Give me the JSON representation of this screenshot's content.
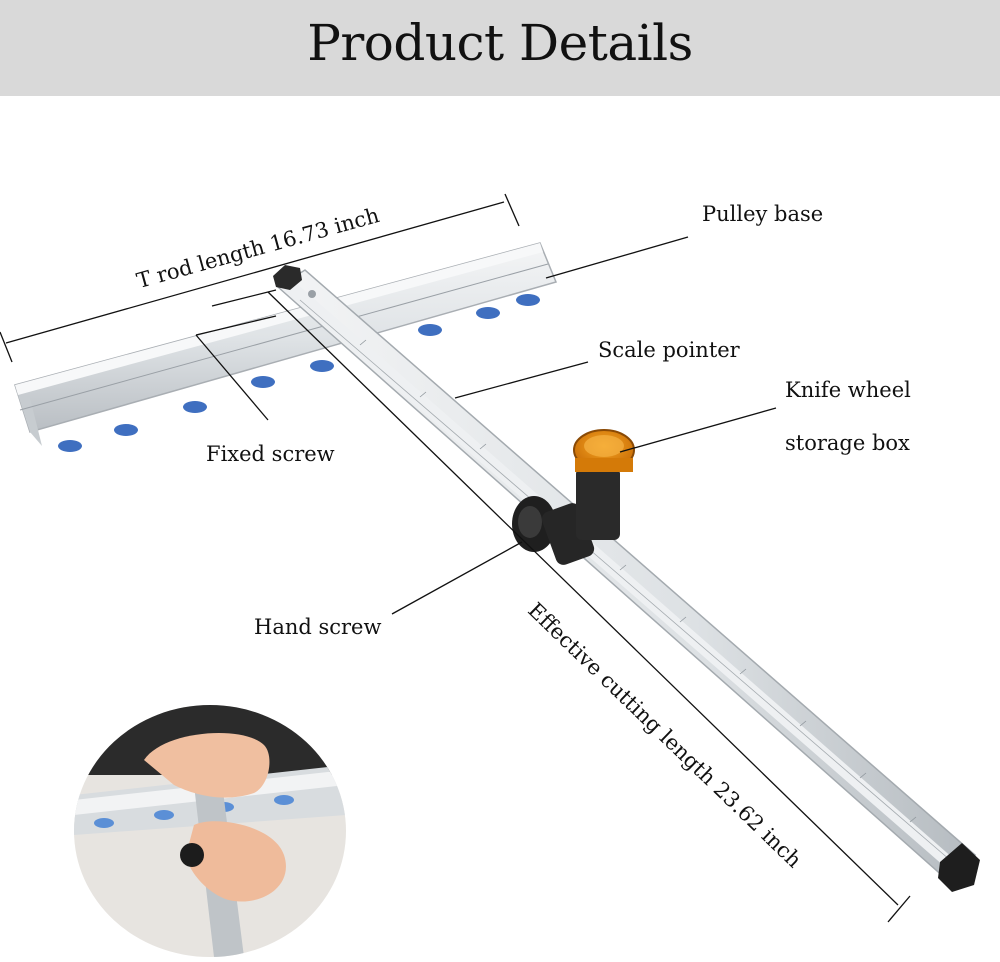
{
  "header": {
    "title": "Product Details"
  },
  "callouts": {
    "t_rod_length": "T rod length 16.73 inch",
    "pulley_base": "Pulley base",
    "scale_pointer": "Scale pointer",
    "knife_wheel_line1": "Knife wheel",
    "knife_wheel_line2": "storage box",
    "fixed_screw": "Fixed screw",
    "hand_screw": "Hand screw",
    "effective_length": "Effective cutting length 23.62 inch"
  },
  "colors": {
    "header_bg": "#d9d9d9",
    "aluminium": "#dfe3e6",
    "suction_cup": "#3f6fc0",
    "knife_box": "#e88a12"
  }
}
